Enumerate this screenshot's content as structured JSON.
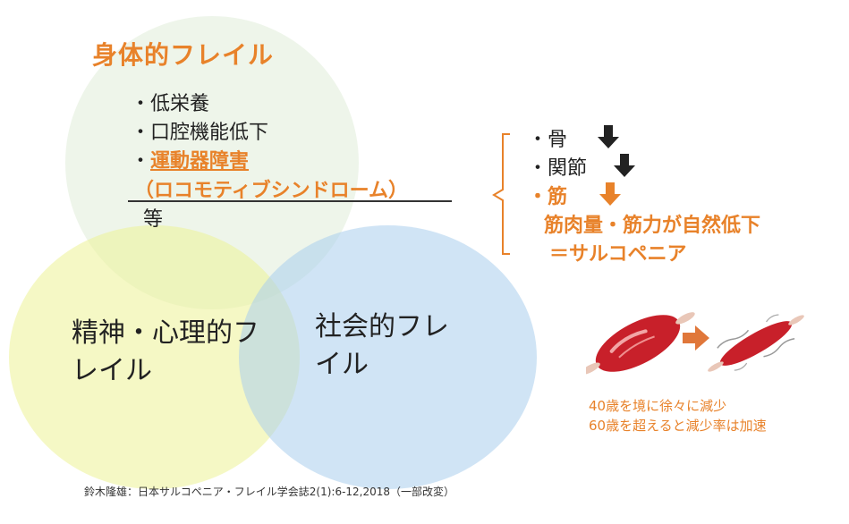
{
  "physical": {
    "title": "身体的フレイル",
    "items": [
      "・低栄養",
      "・口腔機能低下"
    ],
    "item3_bullet": "・",
    "item3_highlight": "運動器障害",
    "item3_sub": "（ロコモティブシンドローム）",
    "item4": "等"
  },
  "mental": {
    "title": "精神・心理的フレイル"
  },
  "social": {
    "title": "社会的フレイル"
  },
  "right_list": {
    "bone": "・骨",
    "joint": "・関節",
    "muscle": "・筋",
    "muscle_detail1": "筋肉量・筋力が自然低下",
    "muscle_detail2": "＝サルコペニア"
  },
  "muscle_note": {
    "line1": "40歳を境に徐々に減少",
    "line2": "60歳を超えると減少率は加速"
  },
  "citation": "鈴木隆雄：日本サルコペニア・フレイル学会誌2(1):6-12,2018（一部改変）",
  "colors": {
    "accent": "#e8822a",
    "physical_circle": "#d6e8ce",
    "mental_circle": "#ecf296",
    "social_circle": "#aacdec",
    "muscle_red": "#c8202a"
  },
  "icons": [
    "down-arrow-icon",
    "right-arrow-icon",
    "muscle-icon"
  ]
}
